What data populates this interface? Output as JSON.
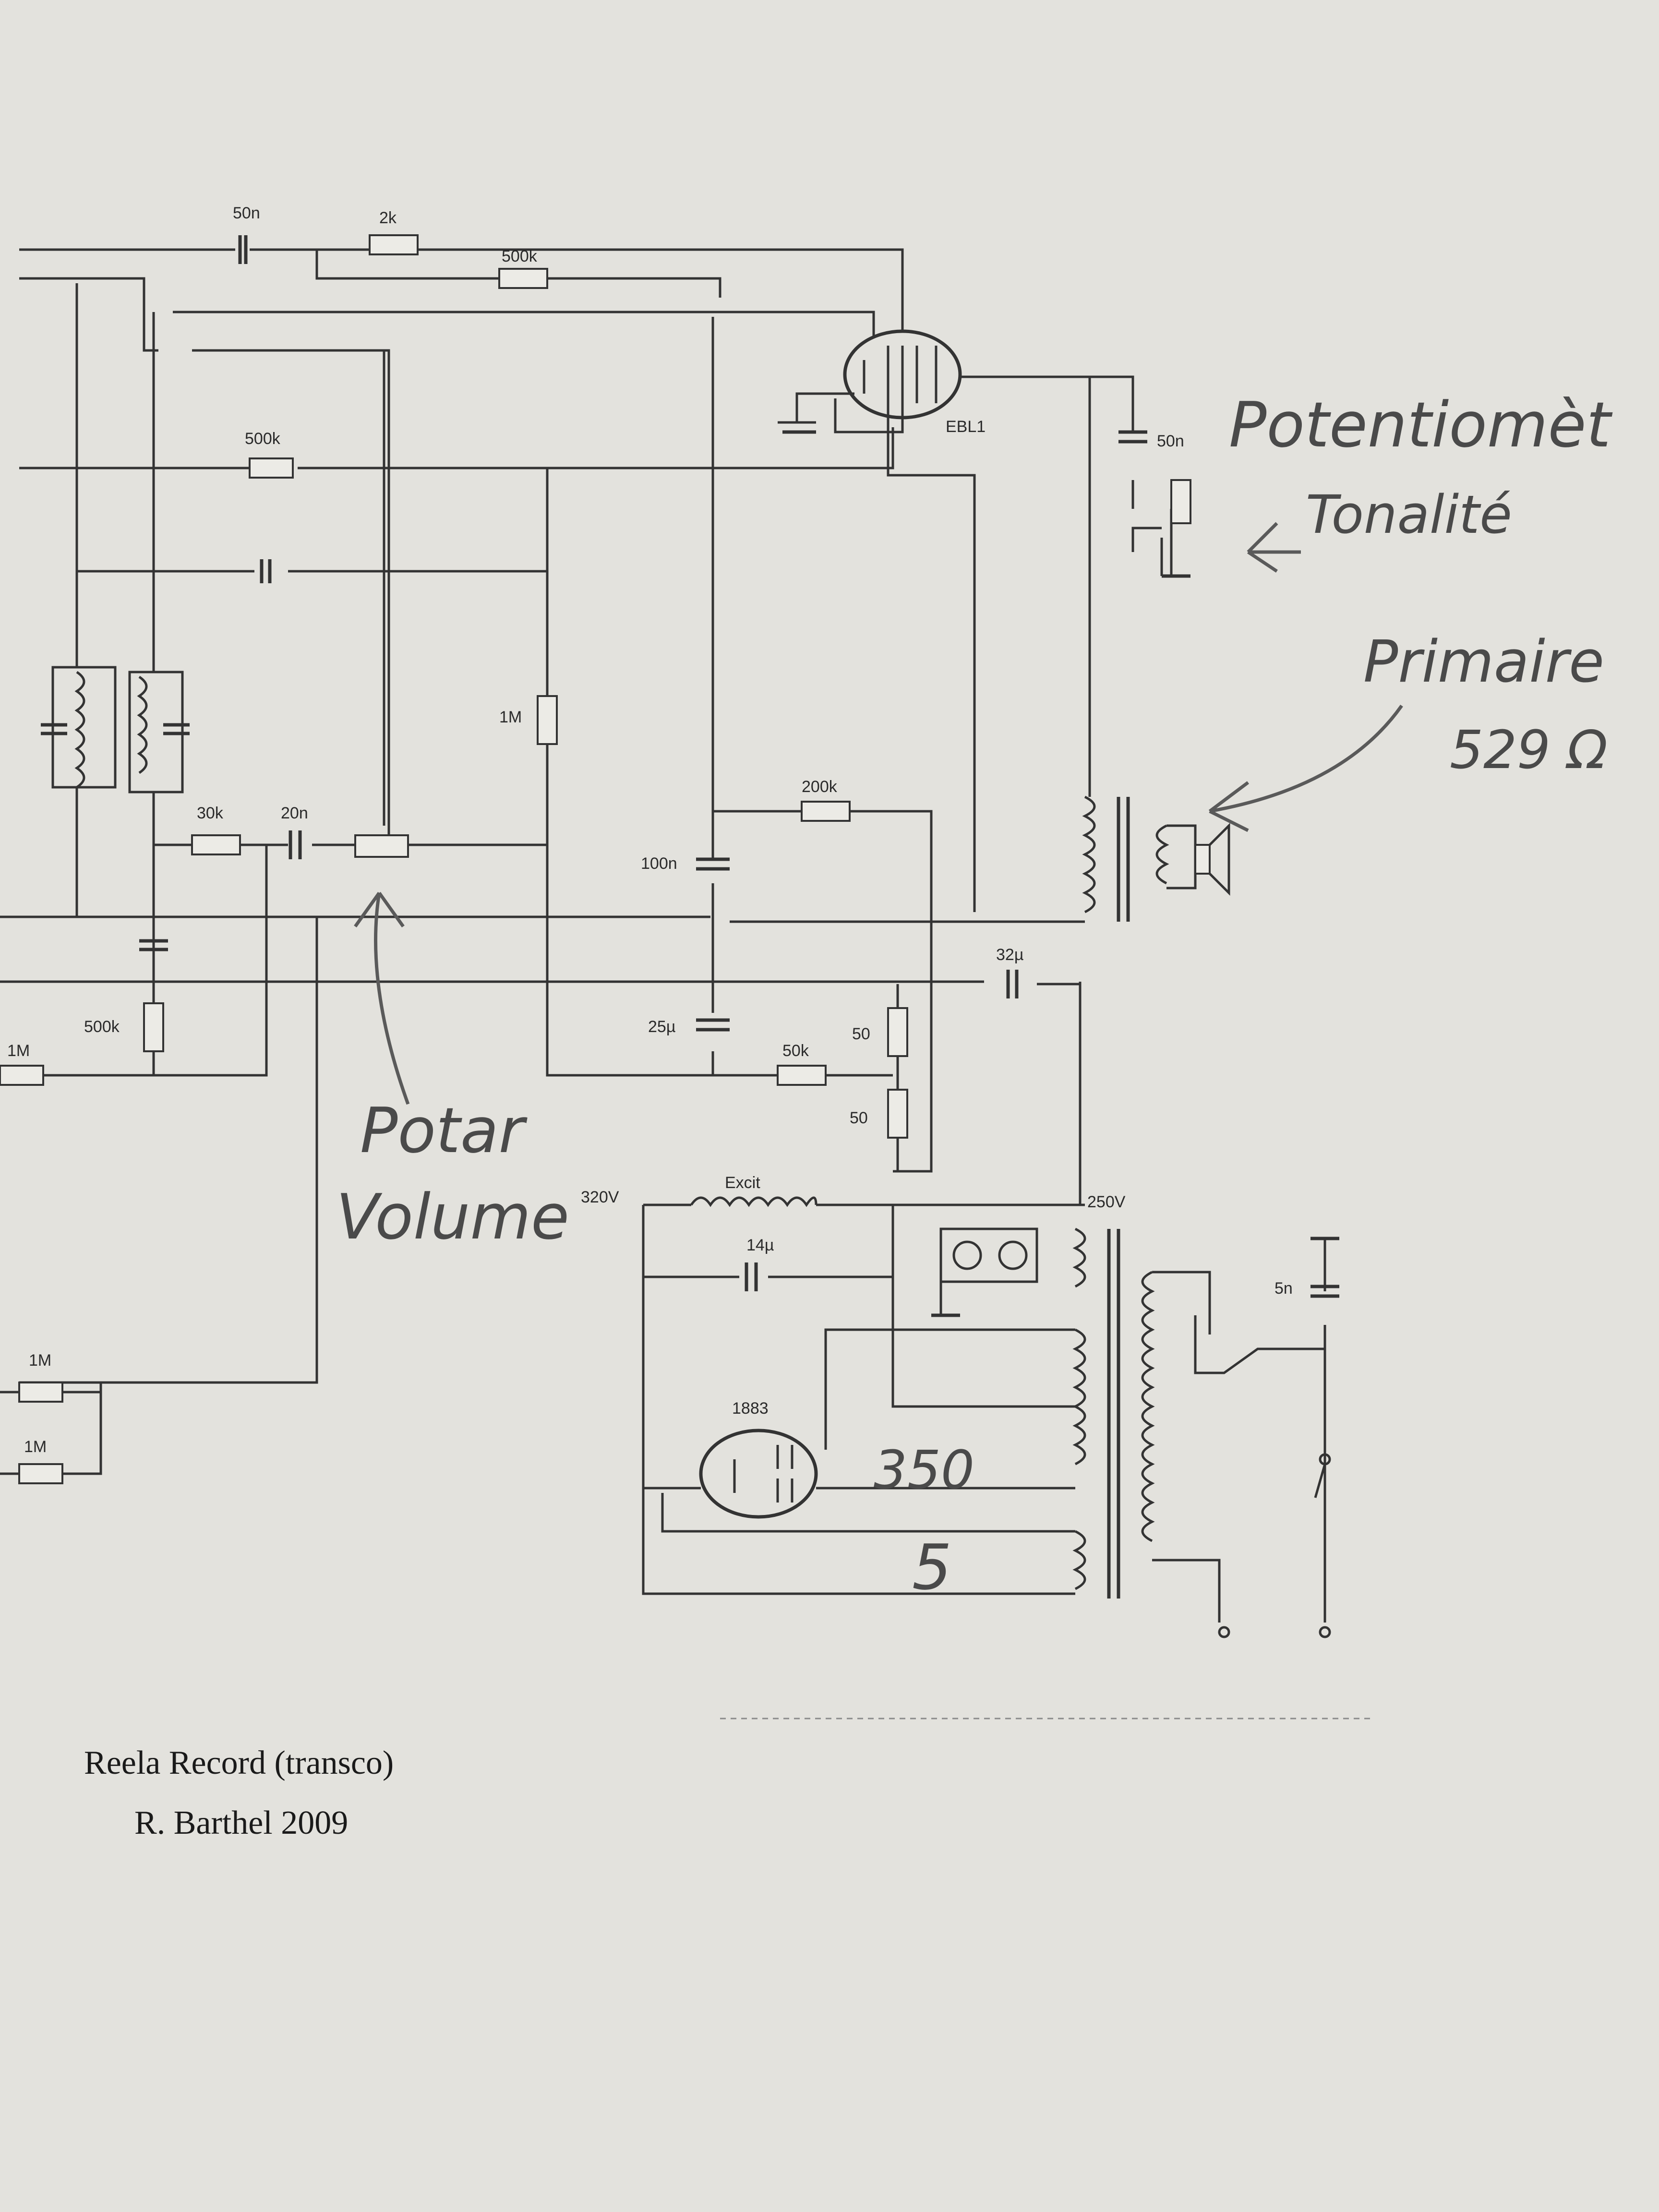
{
  "labels": {
    "c_top": "50n",
    "r_top_2k": "2k",
    "r_top_500k": "500k",
    "tube_out": "EBL1",
    "c_tone": "50n",
    "r_grid_500k": "500k",
    "r_1m_mid": "1M",
    "r_200k": "200k",
    "c_100n": "100n",
    "r_30k": "30k",
    "c_20n": "20n",
    "c_32u": "32µ",
    "r_500k_left": "500k",
    "r_1m_left": "1M",
    "c_25u": "25µ",
    "r_50k": "50k",
    "r_50a": "50",
    "r_50b": "50",
    "v_320": "320V",
    "excit": "Excit",
    "v_250": "250V",
    "c_14u": "14µ",
    "c_5n": "5n",
    "tube_rect": "1883",
    "r_1m_b1": "1M",
    "r_1m_b2": "1M"
  },
  "annotations": {
    "tone_line1": "Potentiomèt",
    "tone_line2": "Tonalité",
    "primary_line1": "Primaire",
    "primary_line2": "529 Ω",
    "volume_line1": "Potar",
    "volume_line2": "Volume",
    "winding_350": "350",
    "winding_5": "5"
  },
  "credits": {
    "line1": "Reela Record (transco)",
    "line2": "R. Barthel 2009"
  },
  "colors": {
    "paper": "#e3e2dd",
    "ink": "#333333",
    "pencil": "#4a4a4a"
  }
}
